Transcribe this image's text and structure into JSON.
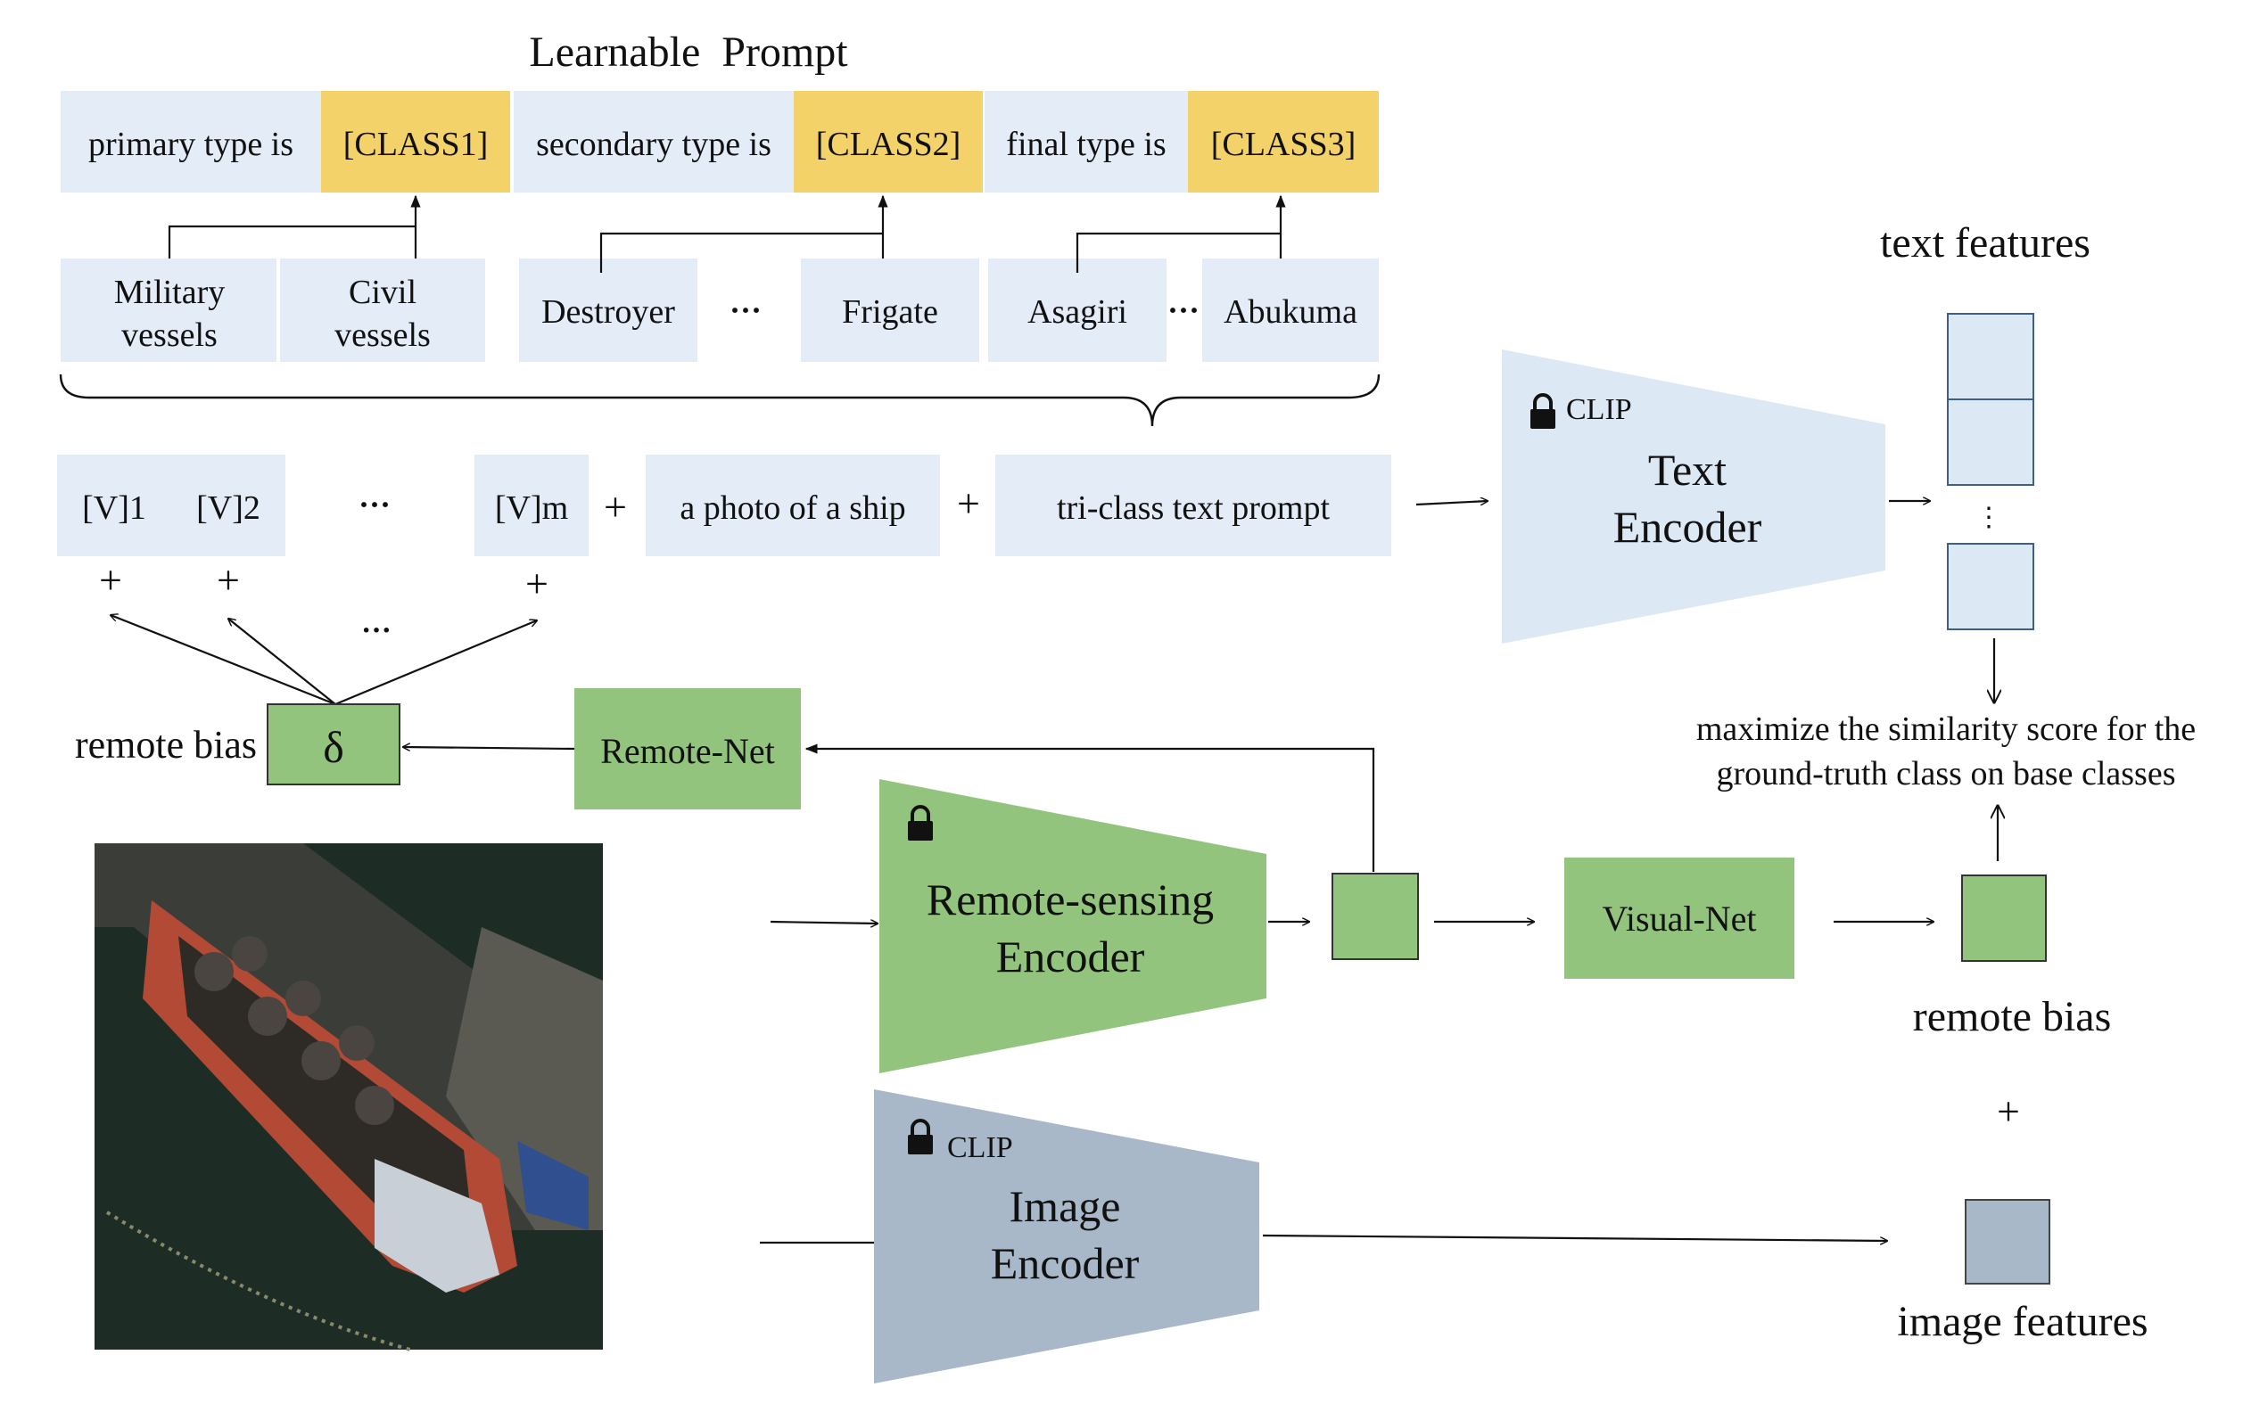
{
  "title": "Learnable  Prompt",
  "prompt_row": {
    "primary_label": "primary type is",
    "class1": "[CLASS1]",
    "secondary_label": "secondary type is",
    "class2": "[CLASS2]",
    "final_label": "final type is",
    "class3": "[CLASS3]"
  },
  "class_examples": {
    "military_line1": "Military",
    "military_line2": "vessels",
    "civil_line1": "Civil",
    "civil_line2": "vessels",
    "destroyer": "Destroyer",
    "frigate": "Frigate",
    "asagiri": "Asagiri",
    "abukuma": "Abukuma",
    "ellipsis": "···"
  },
  "context_row": {
    "v1": "[V]1",
    "v2": "[V]2",
    "ellipsis": "···",
    "vm": "[V]m",
    "plus": "+",
    "photo_of_ship": "a photo of a ship",
    "tri_class": "tri-class text prompt"
  },
  "text_encoder": {
    "clip_label": "CLIP",
    "line1": "Text",
    "line2": "Encoder"
  },
  "text_features_label": "text features",
  "vertical_ellipsis": "⋮",
  "similarity_line1": "maximize the similarity score for the",
  "similarity_line2": "ground-truth class on base classes",
  "remote_bias_left": "remote bias",
  "delta_symbol": "δ",
  "remote_net": "Remote-Net",
  "rs_encoder": {
    "line1": "Remote-sensing",
    "line2": "Encoder"
  },
  "visual_net": "Visual-Net",
  "remote_bias_right": "remote bias",
  "plus_right": "+",
  "image_encoder": {
    "clip_label": "CLIP",
    "line1": "Image",
    "line2": "Encoder"
  },
  "image_features_label": "image features",
  "colors": {
    "light_blue_box": "#e3ecf7",
    "class_yellow": "#f3d26a",
    "green": "#93c47d",
    "slate": "#a8b8c8",
    "text_encoder_fill": "#dde8f5",
    "feature_box": "#dde8f5",
    "stroke": "#111111"
  },
  "icons": [
    "lock-icon",
    "ship-photo"
  ]
}
